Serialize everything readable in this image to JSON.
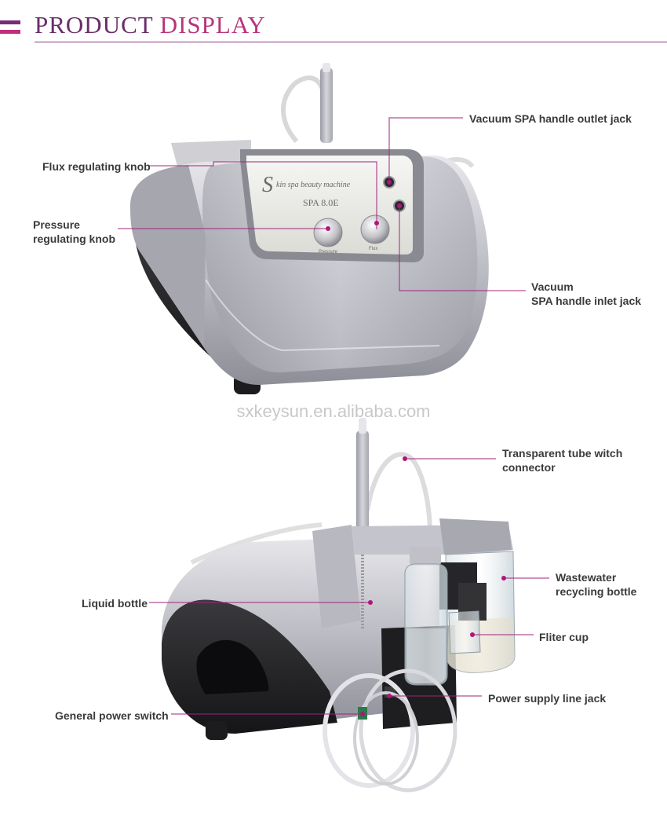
{
  "header": {
    "title_part1": "PRODUCT",
    "title_part2": "DISPLAY"
  },
  "machine_panel": {
    "brand_script": "S",
    "brand_text": "kin spa beauty machine",
    "model": "SPA 8.0E",
    "knob_left_label": "Pressure",
    "knob_right_label": "Flux"
  },
  "watermark": "sxkeysun.en.alibaba.com",
  "callouts_top": {
    "vacuum_outlet": "Vacuum SPA handle outlet jack",
    "flux_knob": "Flux regulating knob",
    "pressure_knob_line1": "Pressure",
    "pressure_knob_line2": "regulating knob",
    "vacuum_inlet_line1": "Vacuum",
    "vacuum_inlet_line2": "SPA handle inlet jack"
  },
  "callouts_bottom": {
    "tube_connector_line1": "Transparent tube witch",
    "tube_connector_line2": "connector",
    "liquid_bottle": "Liquid bottle",
    "wastewater_line1": "Wastewater",
    "wastewater_line2": "recycling bottle",
    "filter_cup": "Fliter cup",
    "power_jack": "Power supply line jack",
    "power_switch": "General power switch"
  },
  "colors": {
    "accent_purple": "#6a2d6a",
    "accent_pink": "#b8357a",
    "callout_line": "#a0247a",
    "callout_dot": "#b0157a"
  }
}
